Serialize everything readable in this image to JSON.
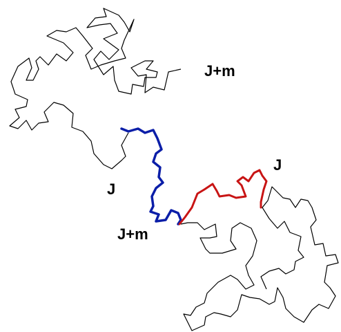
{
  "labels": {
    "top_right": "J+m",
    "left_middle": "J",
    "bottom_middle": "J+m",
    "right_middle": "J"
  },
  "colors": {
    "curve": "#000000",
    "blue_path": "#0b1ea8",
    "red_path": "#c81414",
    "background": "#ffffff"
  }
}
